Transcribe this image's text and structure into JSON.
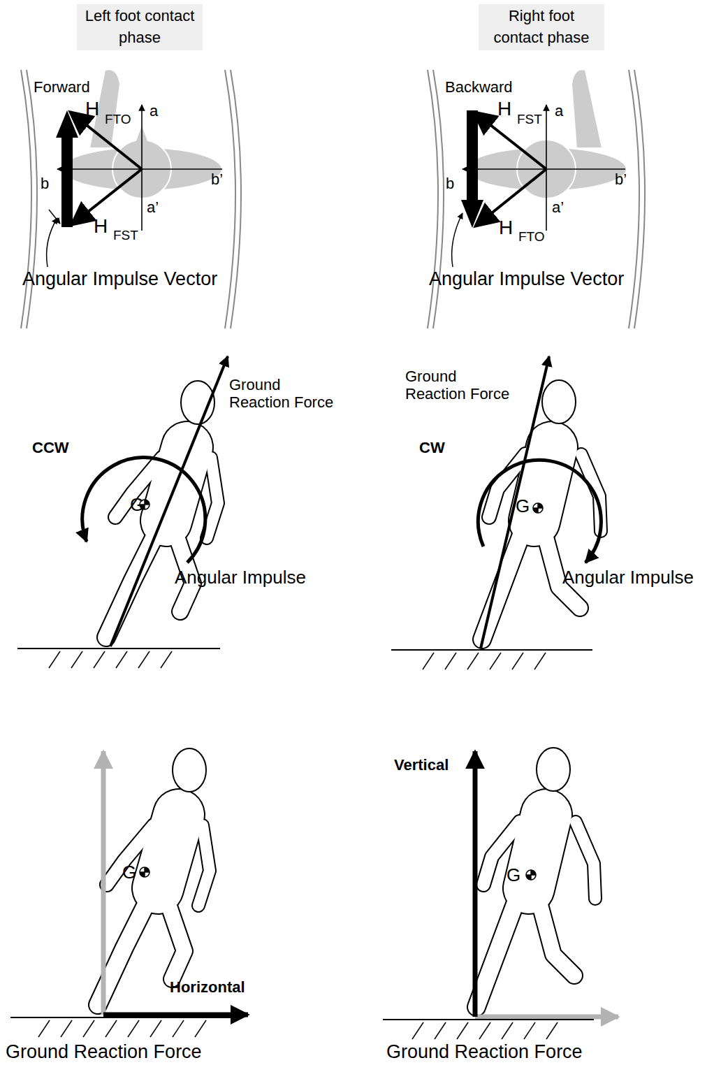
{
  "diagram": {
    "nodes": [
      {
        "text": [
          "Left foot contact phase"
        ]
      },
      {
        "text": [
          "Right foot contact phase"
        ]
      }
    ],
    "labels": [
      "Forward",
      "H",
      "FTO",
      "a",
      "b",
      "b’",
      "a’",
      "H",
      "FST",
      "Angular Impulse Vector",
      "Backward",
      "H",
      "FST",
      "a",
      "b",
      "b’",
      "a’",
      "H",
      "FTO",
      "Angular Impulse Vector",
      "Ground Reaction Force",
      "CCW",
      "G",
      "Angular Impulse",
      "Ground Reaction Force",
      "CW",
      "G",
      "Angular Impulse",
      "G",
      "Horizontal",
      "Ground Reaction Force",
      "Vertical",
      "G",
      "Ground Reaction Force"
    ]
  }
}
